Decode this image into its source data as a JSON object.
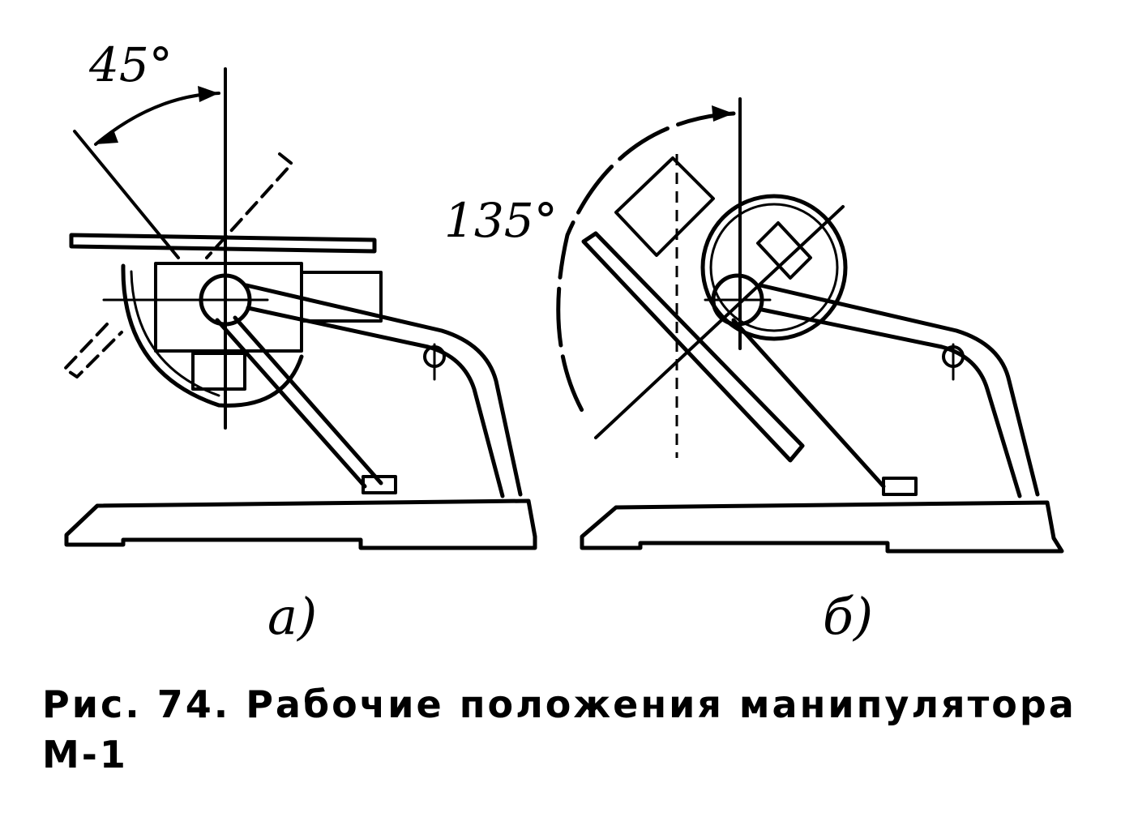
{
  "figure": {
    "left": {
      "angle_label": "45°",
      "sub_label": "a)"
    },
    "right": {
      "angle_label": "135°",
      "sub_label": "б)"
    }
  },
  "caption": {
    "line1": "Рис. 74. Рабочие положения манипулятора",
    "line2": "М-1"
  }
}
